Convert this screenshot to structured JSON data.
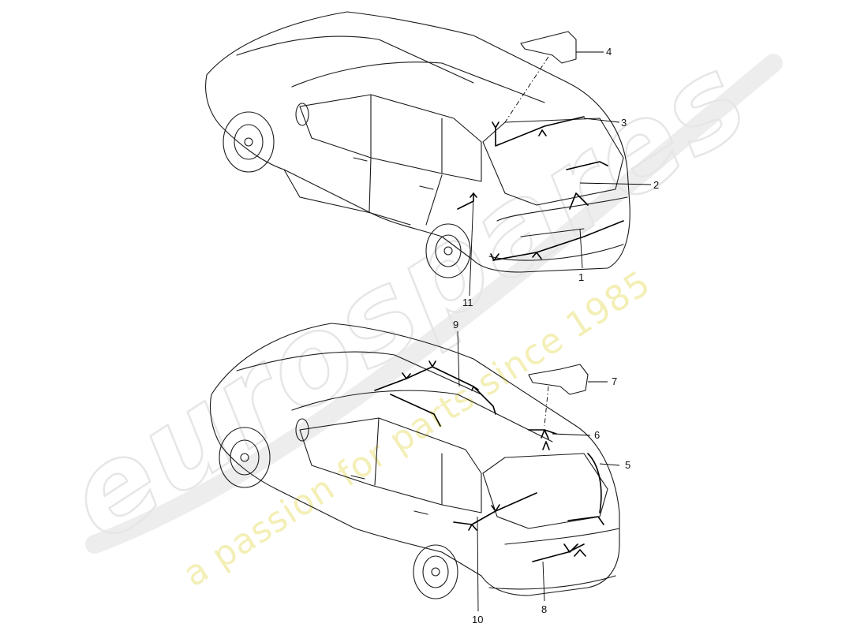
{
  "watermark": {
    "logo_text": "eurospares",
    "tagline": "a passion for parts since 1985",
    "logo_color": "#e6e6e6",
    "tagline_color": "#f3efb6"
  },
  "diagram": {
    "callouts": {
      "c1": "1",
      "c2": "2",
      "c3": "3",
      "c4": "4",
      "c5": "5",
      "c6": "6",
      "c7": "7",
      "c8": "8",
      "c9": "9",
      "c10": "10",
      "c11": "11"
    }
  }
}
